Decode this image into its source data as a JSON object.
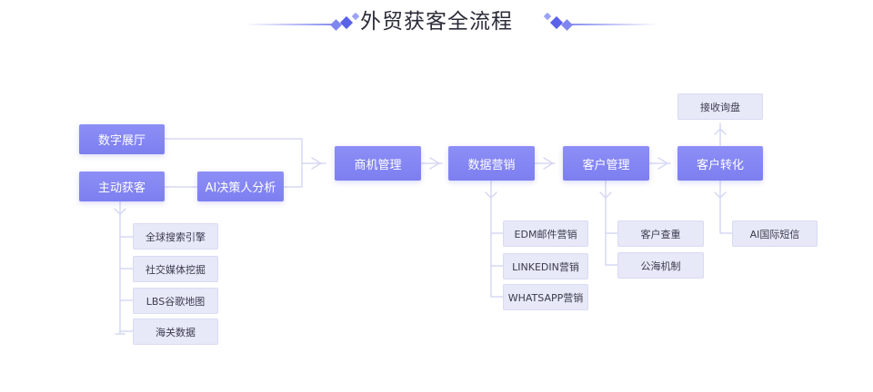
{
  "title": "外贸获客全流程",
  "nodes": {
    "digital_showroom": "数字展厅",
    "active_acquisition": "主动获客",
    "ai_decision": "AI决策人分析",
    "opportunity": "商机管理",
    "data_marketing": "数据营销",
    "customer_mgmt": "客户管理",
    "customer_convert": "客户转化"
  },
  "acquisition_sub": [
    "全球搜索引擎",
    "社交媒体挖掘",
    "LBS谷歌地图",
    "海关数据"
  ],
  "marketing_sub": [
    "EDM邮件营销",
    "LINKEDIN营销",
    "WHATSAPP营销"
  ],
  "customer_sub": [
    "客户查重",
    "公海机制"
  ],
  "convert_above": "接收询盘",
  "convert_below": "AI国际短信",
  "colors": {
    "primary": "#8486f3",
    "secondary_bg": "#e7e8f8",
    "connector": "#d6d8f3",
    "title_line": "#7f86f0"
  }
}
